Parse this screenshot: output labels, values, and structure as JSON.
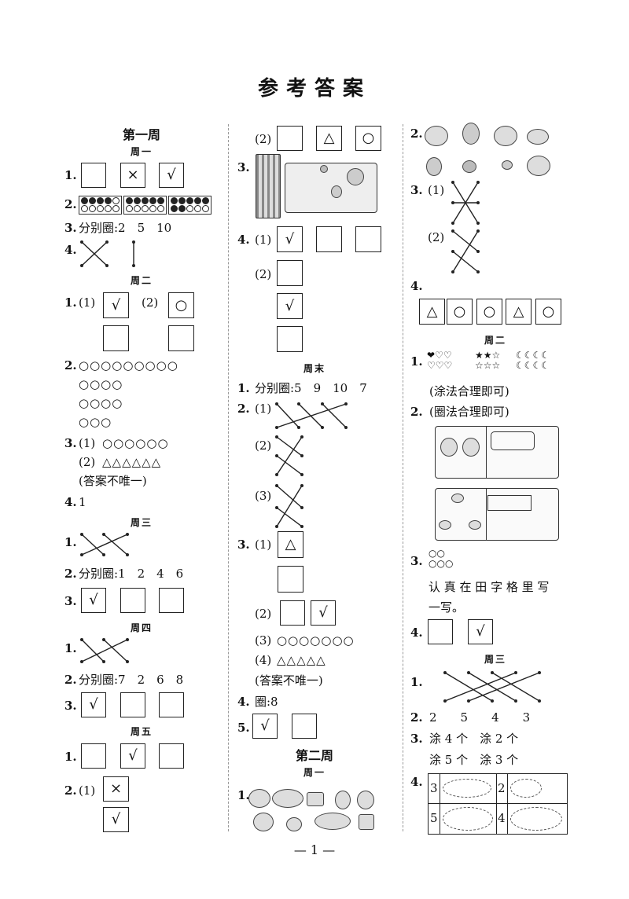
{
  "title": "参考答案",
  "week1": "第一周",
  "week2": "第二周",
  "days": {
    "mon": "周一",
    "tue": "周二",
    "wed": "周三",
    "thu": "周四",
    "fri": "周五",
    "weekend": "周末"
  },
  "marks": {
    "check": "√",
    "cross": "×",
    "triangle": "△",
    "circle": "○"
  },
  "nums": {
    "n1": "1.",
    "n2": "2.",
    "n3": "3.",
    "n4": "4.",
    "n5": "5."
  },
  "parts": {
    "p1": "(1)",
    "p2": "(2)",
    "p3": "(3)",
    "p4": "(4)"
  },
  "c1": {
    "mon_q3": "分别圈:2　5　10",
    "tue_q2_rows": [
      "○○○○○○○○○",
      "○○○○",
      "○○○○",
      "○○○"
    ],
    "tue_q3_1": "○○○○○○",
    "tue_q3_2": "△△△△△△",
    "note": "(答案不唯一)",
    "tue_q4": "1",
    "wed_q2": "分别圈:1　2　4　6",
    "thu_q2": "分别圈:7　2　6　8"
  },
  "c2": {
    "we_q1": "分别圈:5　9　10　7",
    "we_q3_3": "○○○○○○○",
    "we_q3_4": "△△△△△",
    "we_q4": "圈:8"
  },
  "c3": {
    "tue_q1_hearts": "❤♡♡\n♡♡♡",
    "tue_q1_stars": "★★☆\n☆☆☆",
    "tue_q1_moons": "☾☾☾☾\n☾☾☾☾",
    "tue_note1": "(涂法合理即可)",
    "tue_note2": "(圈法合理即可)",
    "tue_q3_a": "○○",
    "tue_q3_b": "○○○",
    "tue_q3_text1": "认 真 在 田 字 格 里 写",
    "tue_q3_text2": "一写。",
    "wed_q2": "2　　5　　4　　3",
    "wed_q3_a": "涂 4 个　涂 2 个",
    "wed_q3_b": "涂 5 个　涂 3 个",
    "wed_q4_nums": [
      "3",
      "2",
      "5",
      "4"
    ]
  },
  "page_number": "— 1 —"
}
